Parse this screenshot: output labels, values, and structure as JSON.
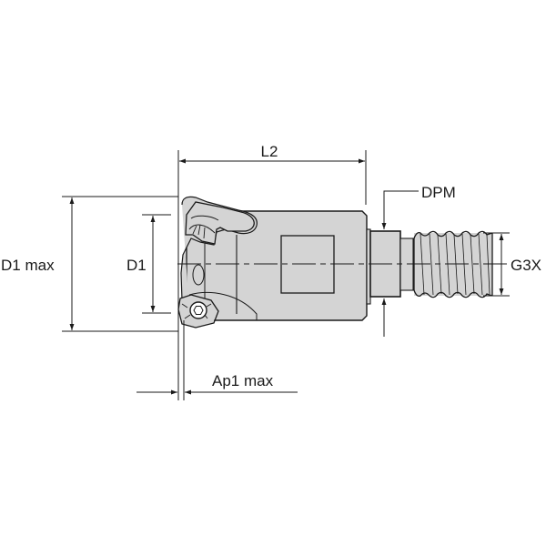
{
  "drawing": {
    "type": "milling cutter technical drawing",
    "colors": {
      "background": "#ffffff",
      "body_fill": "#d4d4d4",
      "outline": "#1a1a1a",
      "dimension_line": "#1a1a1a"
    },
    "dimensions": {
      "l2": "L2",
      "dpm": "DPM",
      "g3x": "G3X",
      "d1max": "D1 max",
      "d1": "D1",
      "ap1max": "Ap1 max"
    }
  }
}
